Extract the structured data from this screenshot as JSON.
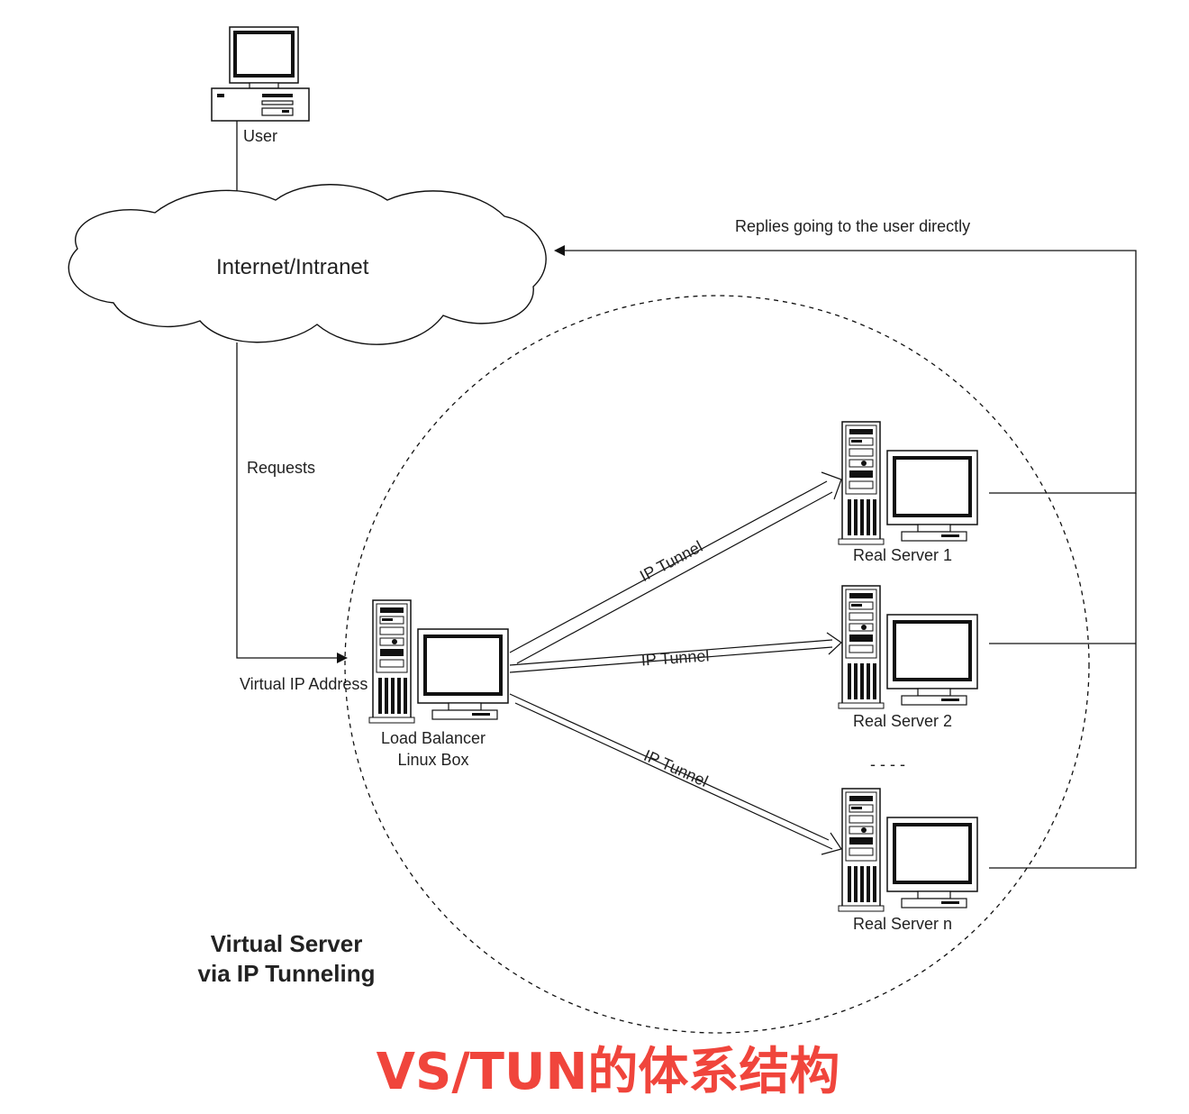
{
  "diagram": {
    "user_label": "User",
    "cloud_label": "Internet/Intranet",
    "replies_label": "Replies going to the user directly",
    "requests_label": "Requests",
    "vip_label": "Virtual IP Address",
    "lb_label_line1": "Load Balancer",
    "lb_label_line2": "Linux Box",
    "tunnel_label": "IP Tunnel",
    "server1_label": "Real Server 1",
    "server2_label": "Real Server 2",
    "servern_label": "Real Server n",
    "ellipsis": "- - - -",
    "title_line1": "Virtual Server",
    "title_line2": "via IP Tunneling",
    "caption": "VS/TUN的体系结构"
  },
  "colors": {
    "line": "#111111",
    "caption": "#f0453c"
  }
}
